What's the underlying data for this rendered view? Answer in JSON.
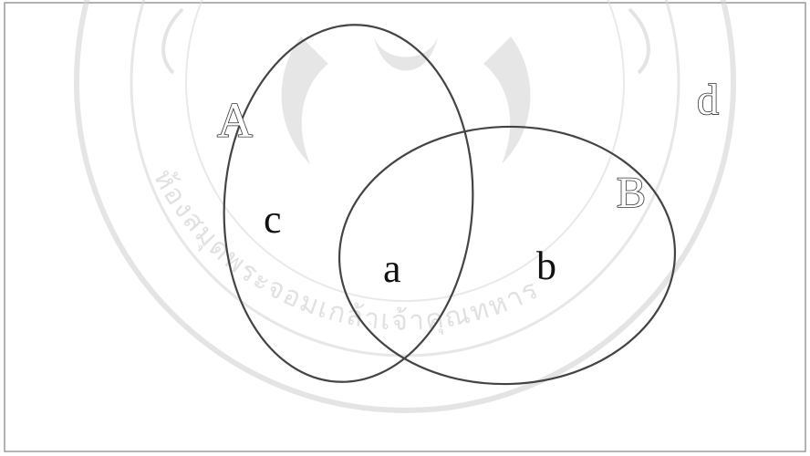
{
  "diagram": {
    "type": "venn",
    "sets": [
      {
        "label": "A"
      },
      {
        "label": "B"
      }
    ],
    "universe_label": "d",
    "regions": {
      "only_A": "c",
      "intersection": "a",
      "only_B": "b"
    }
  },
  "watermark": {
    "text": "ห้องสมุดพระจอมเกล้าเจ้าคุณทหาร",
    "color": "#c9c9c9"
  },
  "colors": {
    "background": "#ffffff",
    "outline": "#444444",
    "text": "#111111",
    "frame": "#9a9a9a"
  }
}
